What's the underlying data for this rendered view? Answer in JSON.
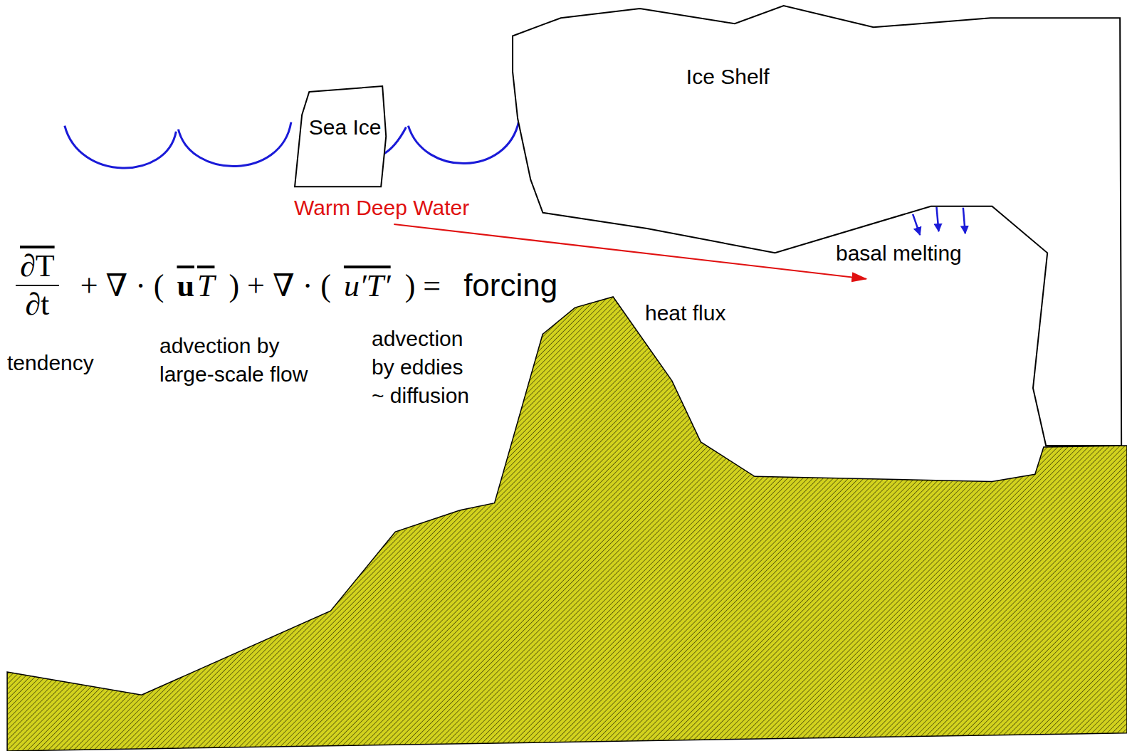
{
  "diagram": {
    "nodes": [
      {
        "text": [
          "Sea Ice"
        ]
      },
      {
        "text": [
          "Ice Shelf"
        ]
      }
    ],
    "labels": [
      "Warm Deep Water",
      "basal melting",
      "∂T",
      "∂t",
      "+ ∇ · (",
      "u",
      "T",
      ") + ∇ · (",
      "u′T′",
      ") =",
      "forcing",
      "heat flux",
      "tendency",
      "advection by large-scale flow",
      "advection by eddies ~ diffusion"
    ]
  }
}
